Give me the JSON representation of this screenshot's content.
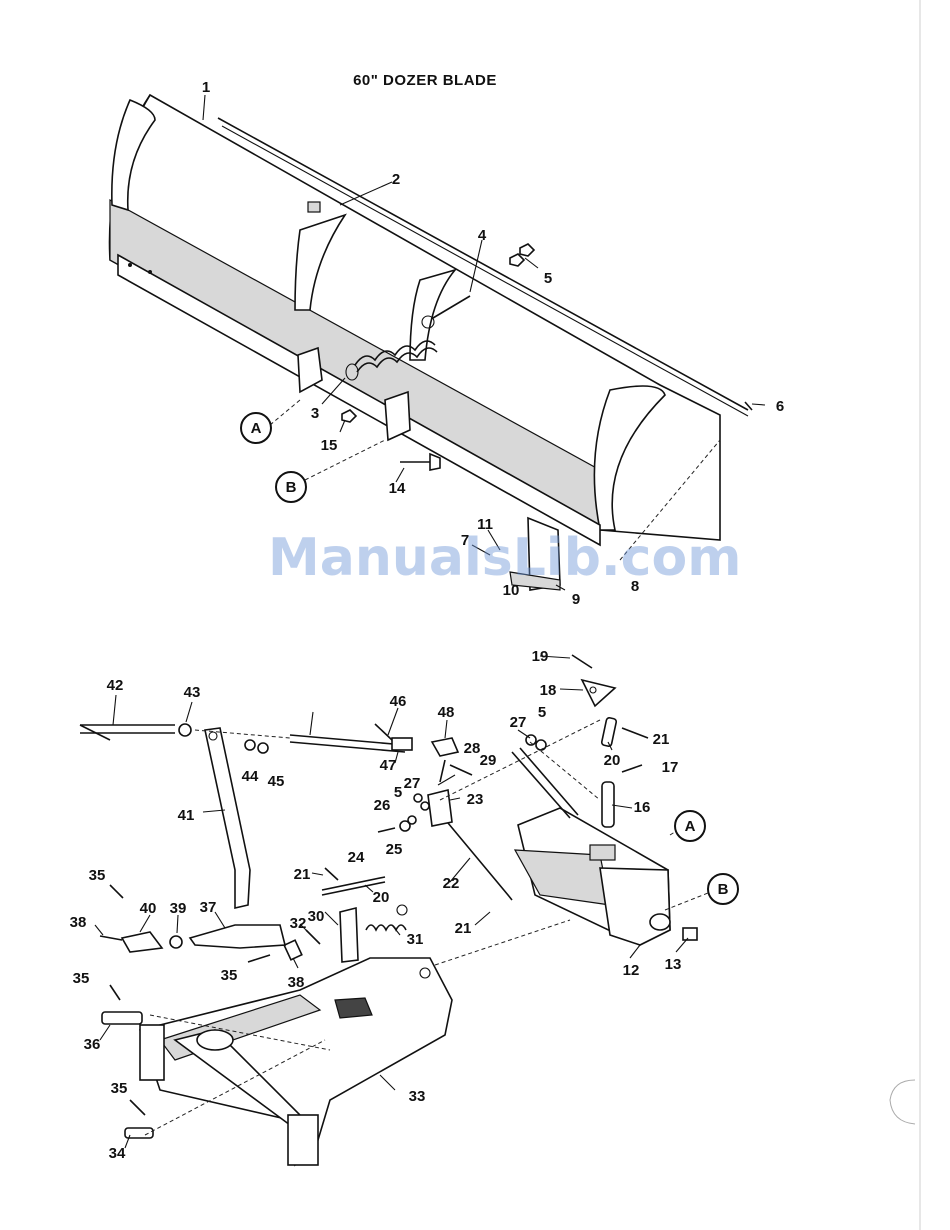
{
  "title": "60\" DOZER BLADE",
  "watermark": "ManualsLib.com",
  "ref_markers": [
    "A",
    "B"
  ],
  "callouts": [
    "1",
    "2",
    "3",
    "4",
    "5",
    "6",
    "7",
    "8",
    "9",
    "10",
    "11",
    "14",
    "15",
    "19",
    "18",
    "27",
    "5",
    "21",
    "20",
    "17",
    "16",
    "12",
    "13",
    "42",
    "43",
    "44",
    "45",
    "41",
    "46",
    "47",
    "48",
    "28",
    "29",
    "27",
    "5",
    "23",
    "26",
    "25",
    "24",
    "22",
    "21",
    "20",
    "31",
    "30",
    "32",
    "21",
    "35",
    "38",
    "40",
    "39",
    "37",
    "35",
    "38",
    "35",
    "36",
    "35",
    "34",
    "33"
  ],
  "colors": {
    "ink": "#111111",
    "paper": "#ffffff",
    "watermark": "#6e96d7"
  }
}
